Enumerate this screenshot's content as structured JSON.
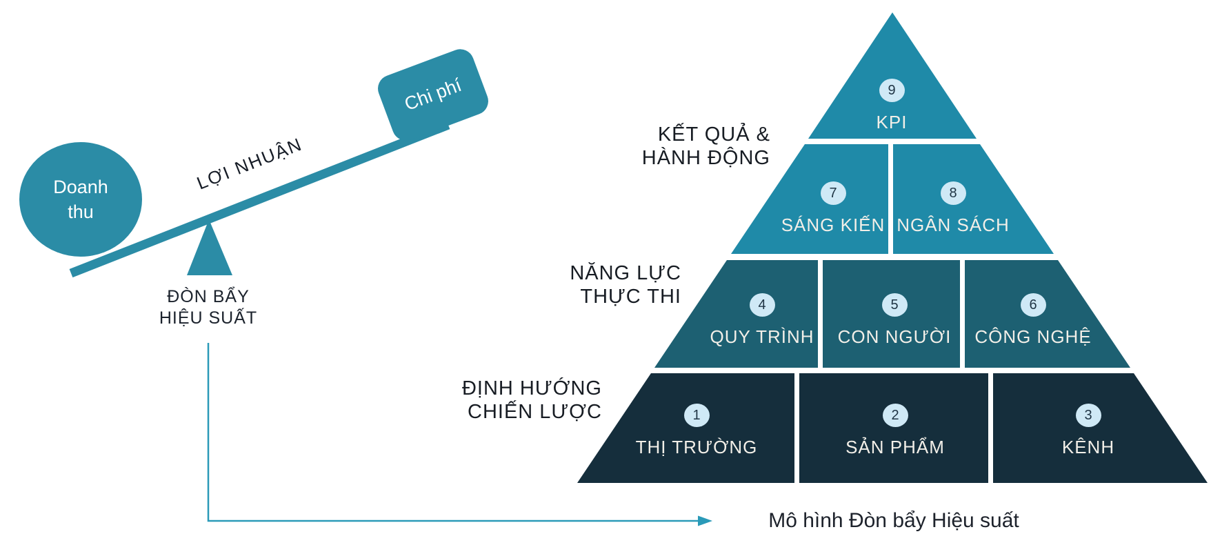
{
  "colors": {
    "teal": "#2b8ca6",
    "tier_top": "#1f8aa8",
    "tier_mid": "#1d6072",
    "tier_bottom": "#152e3c",
    "badge_bg": "#cfe9f6",
    "badge_text": "#1f3444",
    "cell_text": "#f2efe8",
    "dark_text": "#171c23",
    "arrow": "#2a9ab8"
  },
  "seesaw": {
    "ball_label": "Doanh\nthu",
    "lever_label": "LỢI NHUẬN",
    "weight_label": "Chi phí",
    "fulcrum_label": "ĐÒN BẨY\nHIỆU SUẤT"
  },
  "pyramid": {
    "side_labels": [
      "KẾT QUẢ &\nHÀNH ĐỘNG",
      "NĂNG LỰC\nTHỰC THI",
      "ĐỊNH HƯỚNG\nCHIẾN LƯỢC"
    ],
    "cells": [
      {
        "number": "9",
        "label": "KPI"
      },
      {
        "number": "7",
        "label": "SÁNG KIẾN"
      },
      {
        "number": "8",
        "label": "NGÂN SÁCH"
      },
      {
        "number": "4",
        "label": "QUY TRÌNH"
      },
      {
        "number": "5",
        "label": "CON NGƯỜI"
      },
      {
        "number": "6",
        "label": "CÔNG NGHỆ"
      },
      {
        "number": "1",
        "label": "THỊ TRƯỜNG"
      },
      {
        "number": "2",
        "label": "SẢN PHẨM"
      },
      {
        "number": "3",
        "label": "KÊNH"
      }
    ]
  },
  "caption": "Mô hình Đòn bẩy Hiệu suất"
}
